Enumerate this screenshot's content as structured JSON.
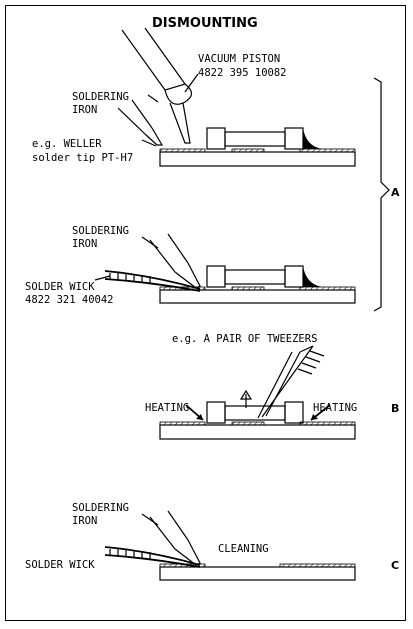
{
  "title": "DISMOUNTING",
  "panel_a1": {
    "vacuum_piston_label": "VACUUM PISTON",
    "vacuum_piston_code": "4822 395 10082",
    "soldering_iron_line1": "SOLDERING",
    "soldering_iron_line2": "IRON",
    "weller_line1": "e.g. WELLER",
    "weller_line2": "solder tip PT-H7"
  },
  "panel_a2": {
    "soldering_iron_line1": "SOLDERING",
    "soldering_iron_line2": "IRON",
    "solder_wick_label": "SOLDER WICK",
    "solder_wick_code": "4822 321 40042"
  },
  "panel_b": {
    "tweezers_label": "e.g. A PAIR OF TWEEZERS",
    "heating_left": "HEATING",
    "heating_right": "HEATING"
  },
  "panel_c": {
    "soldering_iron_line1": "SOLDERING",
    "soldering_iron_line2": "IRON",
    "solder_wick_label": "SOLDER WICK",
    "cleaning_label": "CLEANING"
  },
  "step_labels": {
    "a": "A",
    "b": "B",
    "c": "C"
  }
}
